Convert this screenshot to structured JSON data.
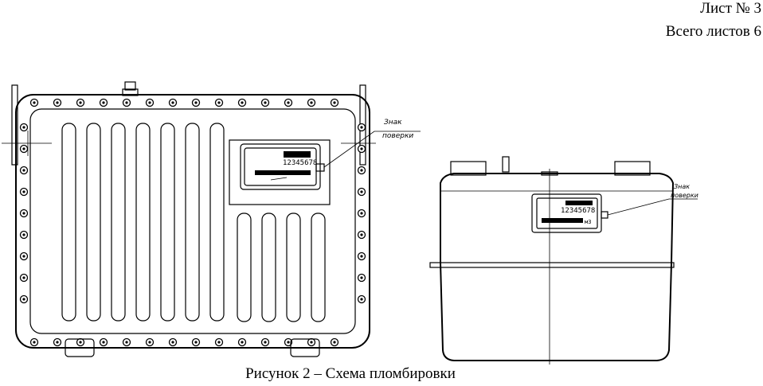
{
  "header": {
    "sheet_number": "Лист № 3",
    "sheets_total": "Всего листов 6"
  },
  "figure": {
    "caption": "Рисунок 2 – Схема пломбировки",
    "left_view": {
      "seal_label_line1": "Знак",
      "seal_label_line2": "поверки",
      "counter_reading": "12345678"
    },
    "right_view": {
      "seal_label_line1": "Знак",
      "seal_label_line2": "поверки",
      "counter_reading": "12345678",
      "unit": "м3"
    }
  }
}
